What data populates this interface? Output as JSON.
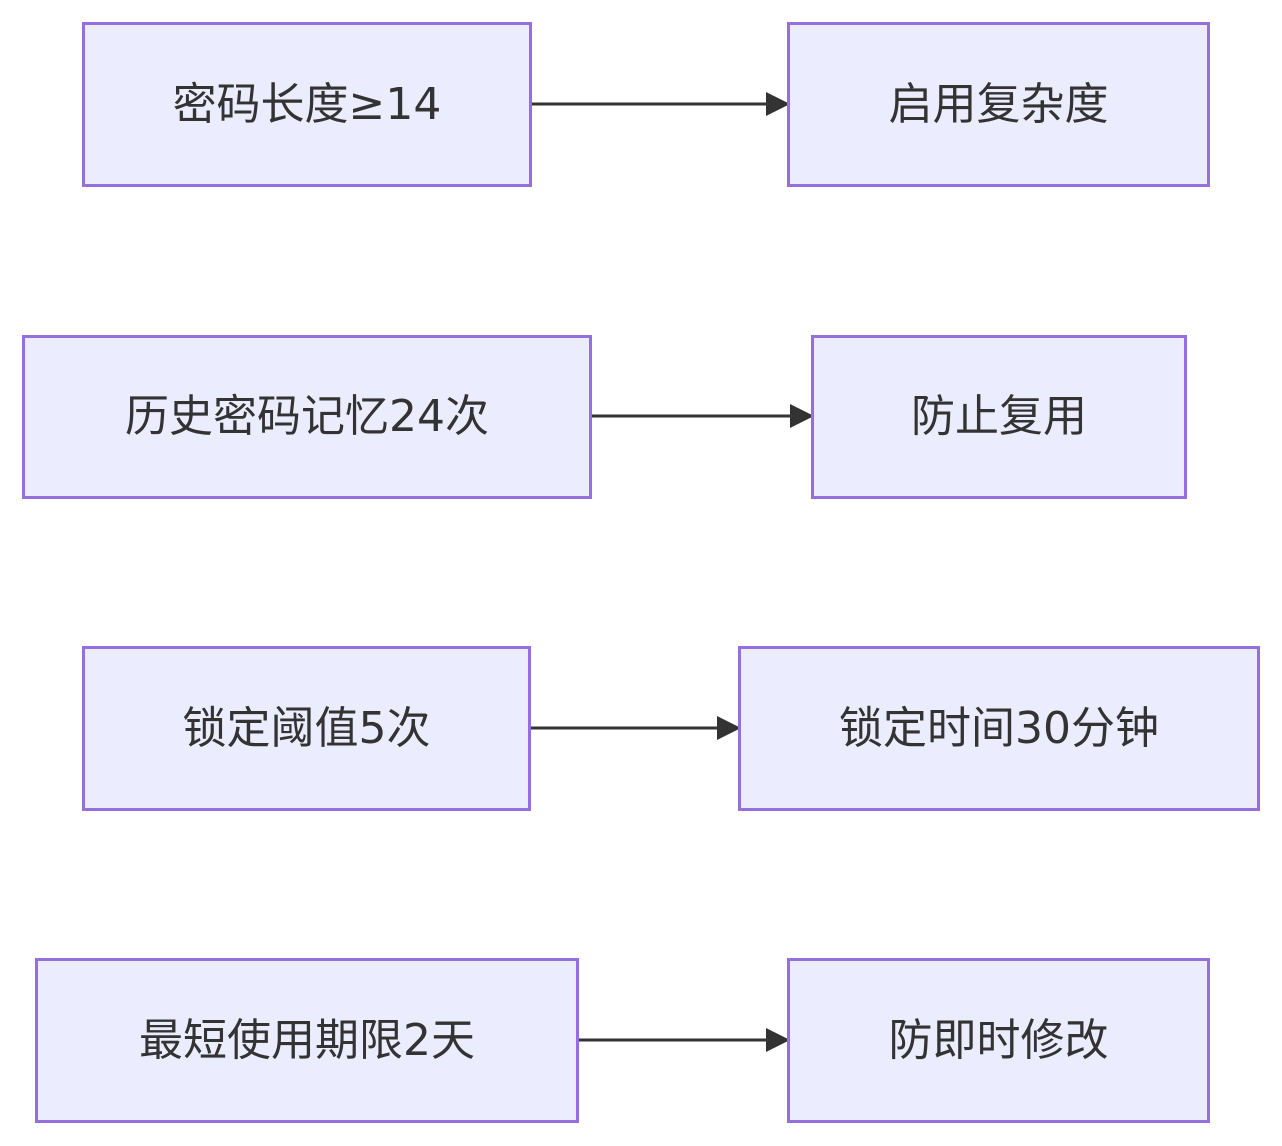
{
  "rows": [
    {
      "from": "密码长度≥14",
      "to": "启用复杂度"
    },
    {
      "from": "历史密码记忆24次",
      "to": "防止复用"
    },
    {
      "from": "锁定阈值5次",
      "to": "锁定时间30分钟"
    },
    {
      "from": "最短使用期限2天",
      "to": "防即时修改"
    }
  ],
  "colors": {
    "node_fill": "#ececff",
    "node_border": "#9370db",
    "text": "#333333",
    "edge": "#333333"
  }
}
